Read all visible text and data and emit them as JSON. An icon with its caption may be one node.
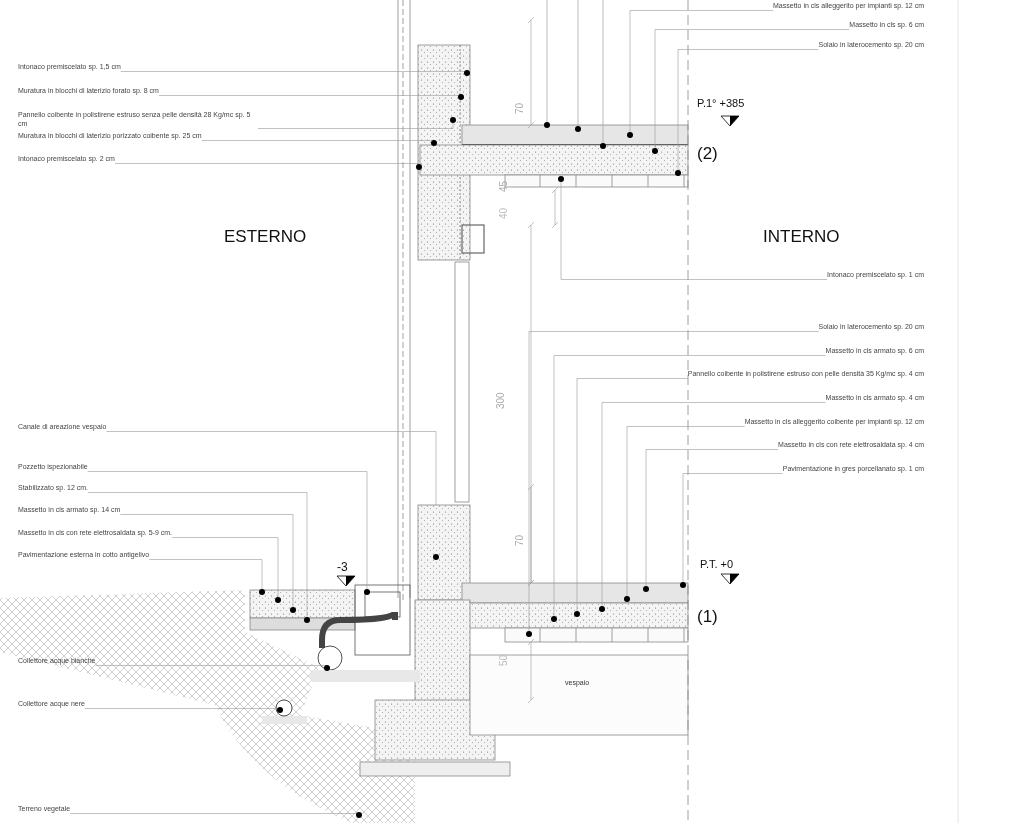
{
  "diagram": {
    "nodes": [
      {
        "text": [
          "Intonaco premiscelato sp. 1,5 cm"
        ]
      },
      {
        "text": [
          "Muratura in blocchi di laterizio forato sp. 8 cm"
        ]
      },
      {
        "text": [
          "Pannello coibente in polistirene estruso senza pelle densità 28 Kg/mc sp. 5 cm"
        ]
      },
      {
        "text": [
          "Muratura in blocchi di laterizio porizzato coibente sp. 25 cm"
        ]
      },
      {
        "text": [
          "Intonaco premiscelato sp. 2 cm"
        ]
      },
      {
        "text": [
          "Massetto in cls alleggerito per impianti sp. 12 cm"
        ]
      },
      {
        "text": [
          "Massetto in cls sp. 6 cm"
        ]
      },
      {
        "text": [
          "Solaio in laterocemento sp. 20 cm"
        ]
      },
      {
        "text": [
          "Intonaco premiscelato sp. 1 cm"
        ]
      },
      {
        "text": [
          "Solaio in laterocemento sp. 20 cm"
        ]
      },
      {
        "text": [
          "Massetto in cls armato sp. 6 cm"
        ]
      },
      {
        "text": [
          "Pannello coibente in polistirene estruso con pelle densità 35 Kg/mc sp. 4 cm"
        ]
      },
      {
        "text": [
          "Massetto in cls armato sp. 4 cm"
        ]
      },
      {
        "text": [
          "Massetto in cls alleggerito coibente per impianti sp. 12 cm"
        ]
      },
      {
        "text": [
          "Massetto in cls con rete elettrosaldata sp. 4 cm"
        ]
      },
      {
        "text": [
          "Pavimentazione in gres porcellanato sp. 1 cm"
        ]
      },
      {
        "text": [
          "Canale di areazione vespaio"
        ]
      },
      {
        "text": [
          "Pozzetto ispezionabile"
        ]
      },
      {
        "text": [
          "Stabilizzato sp. 12 cm."
        ]
      },
      {
        "text": [
          "Massetto in cls armato sp. 14 cm"
        ]
      },
      {
        "text": [
          "Massetto in cls con rete elettrosaldata sp. 5-9 cm."
        ]
      },
      {
        "text": [
          "Pavimentazione esterna in cotto antigelivo"
        ]
      },
      {
        "text": [
          "Collettore acque bianche"
        ]
      },
      {
        "text": [
          "Collettore acque nere"
        ]
      },
      {
        "text": [
          "Terreno vegetale"
        ]
      }
    ],
    "edges": [
      {
        "from": 0,
        "to": null,
        "arrow": "other"
      },
      {
        "from": 1,
        "to": null,
        "arrow": "other"
      },
      {
        "from": 2,
        "to": null,
        "arrow": "other"
      },
      {
        "from": 3,
        "to": null,
        "arrow": "other"
      },
      {
        "from": 4,
        "to": null,
        "arrow": "other"
      },
      {
        "from": 5,
        "to": null,
        "arrow": "other"
      },
      {
        "from": 6,
        "to": null,
        "arrow": "other"
      },
      {
        "from": 7,
        "to": null,
        "arrow": "other"
      },
      {
        "from": 8,
        "to": null,
        "arrow": "other"
      },
      {
        "from": 9,
        "to": null,
        "arrow": "other"
      },
      {
        "from": 10,
        "to": null,
        "arrow": "other"
      },
      {
        "from": 11,
        "to": null,
        "arrow": "other"
      },
      {
        "from": 12,
        "to": null,
        "arrow": "other"
      },
      {
        "from": 13,
        "to": null,
        "arrow": "other"
      },
      {
        "from": 14,
        "to": null,
        "arrow": "other"
      },
      {
        "from": 15,
        "to": null,
        "arrow": "other"
      },
      {
        "from": 16,
        "to": null,
        "arrow": "none"
      },
      {
        "from": 17,
        "to": null,
        "arrow": "other"
      },
      {
        "from": 18,
        "to": null,
        "arrow": "other"
      },
      {
        "from": 19,
        "to": null,
        "arrow": "other"
      },
      {
        "from": 20,
        "to": null,
        "arrow": "other"
      },
      {
        "from": 21,
        "to": null,
        "arrow": "other"
      },
      {
        "from": 22,
        "to": null,
        "arrow": "other"
      },
      {
        "from": 23,
        "to": null,
        "arrow": "other"
      },
      {
        "from": 24,
        "to": null,
        "arrow": "other"
      }
    ],
    "labels": [
      "P.1° +385",
      "(2)",
      "70",
      "45",
      "40",
      "ESTERNO",
      "INTERNO",
      "300",
      "70",
      "-3",
      "P.T. +0",
      "(1)",
      "50",
      "vespaio"
    ]
  }
}
